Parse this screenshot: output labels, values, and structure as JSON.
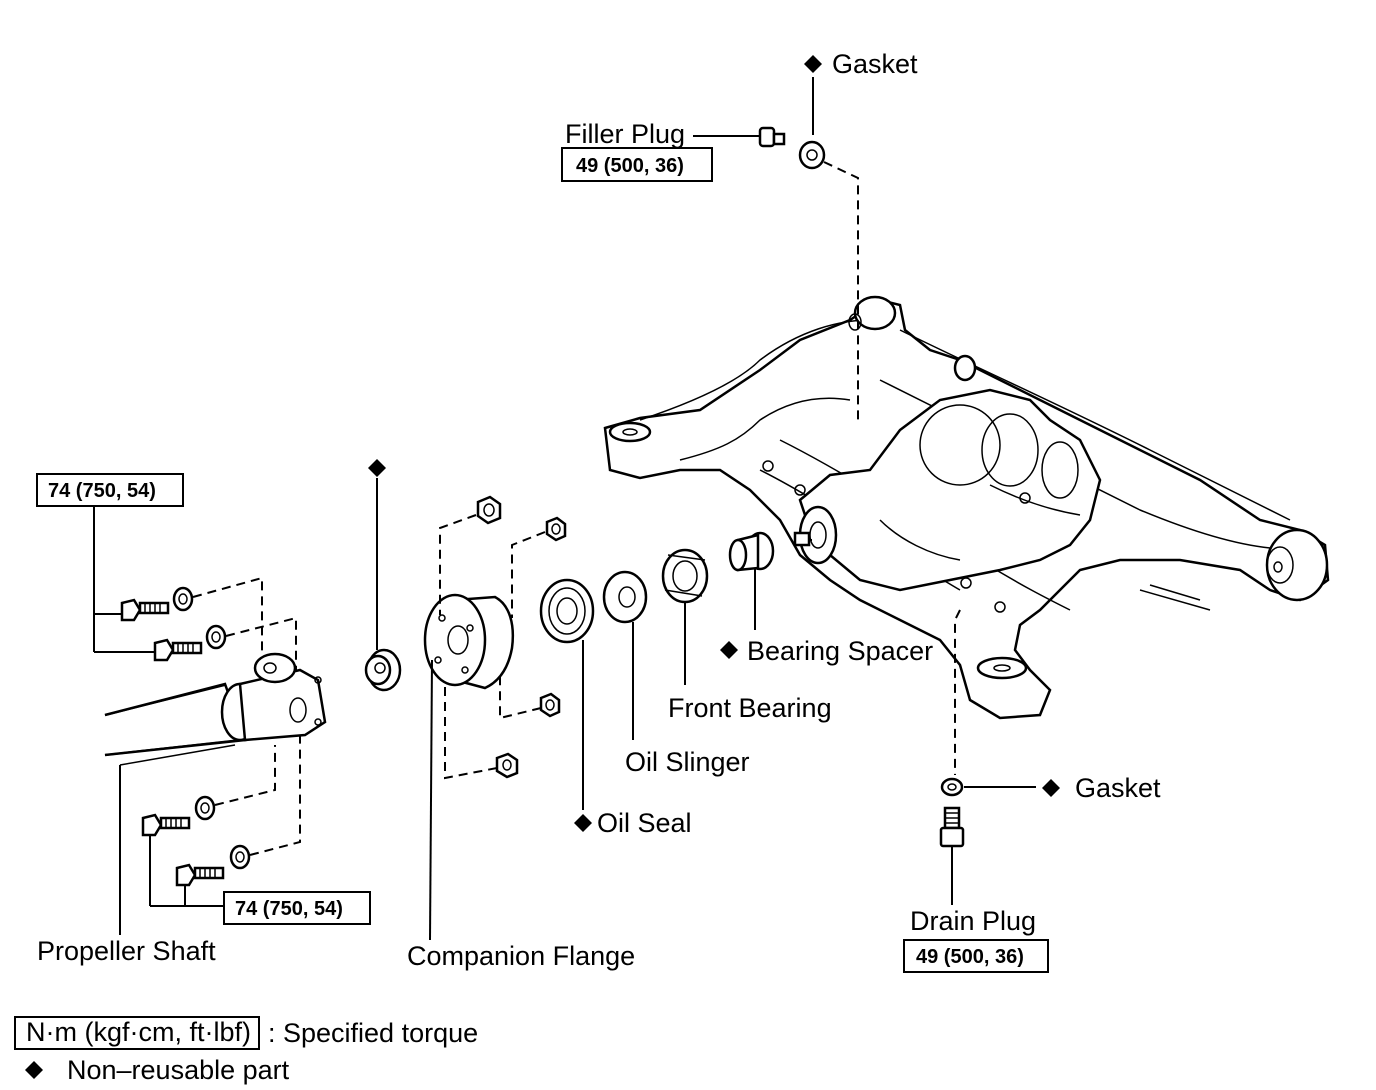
{
  "labels": {
    "gasket_top": "Gasket",
    "filler_plug": "Filler Plug",
    "bearing_spacer": "Bearing Spacer",
    "front_bearing": "Front Bearing",
    "oil_slinger": "Oil Slinger",
    "oil_seal": "Oil Seal",
    "gasket_bottom": "Gasket",
    "drain_plug": "Drain Plug",
    "propeller_shaft": "Propeller Shaft",
    "companion_flange": "Companion Flange"
  },
  "torques": {
    "filler_plug": "49 (500, 36)",
    "drain_plug": "49 (500, 36)",
    "bolts_upper": "74 (750, 54)",
    "bolts_lower": "74 (750, 54)"
  },
  "legend": {
    "torque_unit": "N·m (kgf·cm, ft·lbf)",
    "torque_desc": ": Specified torque",
    "nonreusable_desc": "Non–reusable part",
    "symbol": "◆"
  }
}
